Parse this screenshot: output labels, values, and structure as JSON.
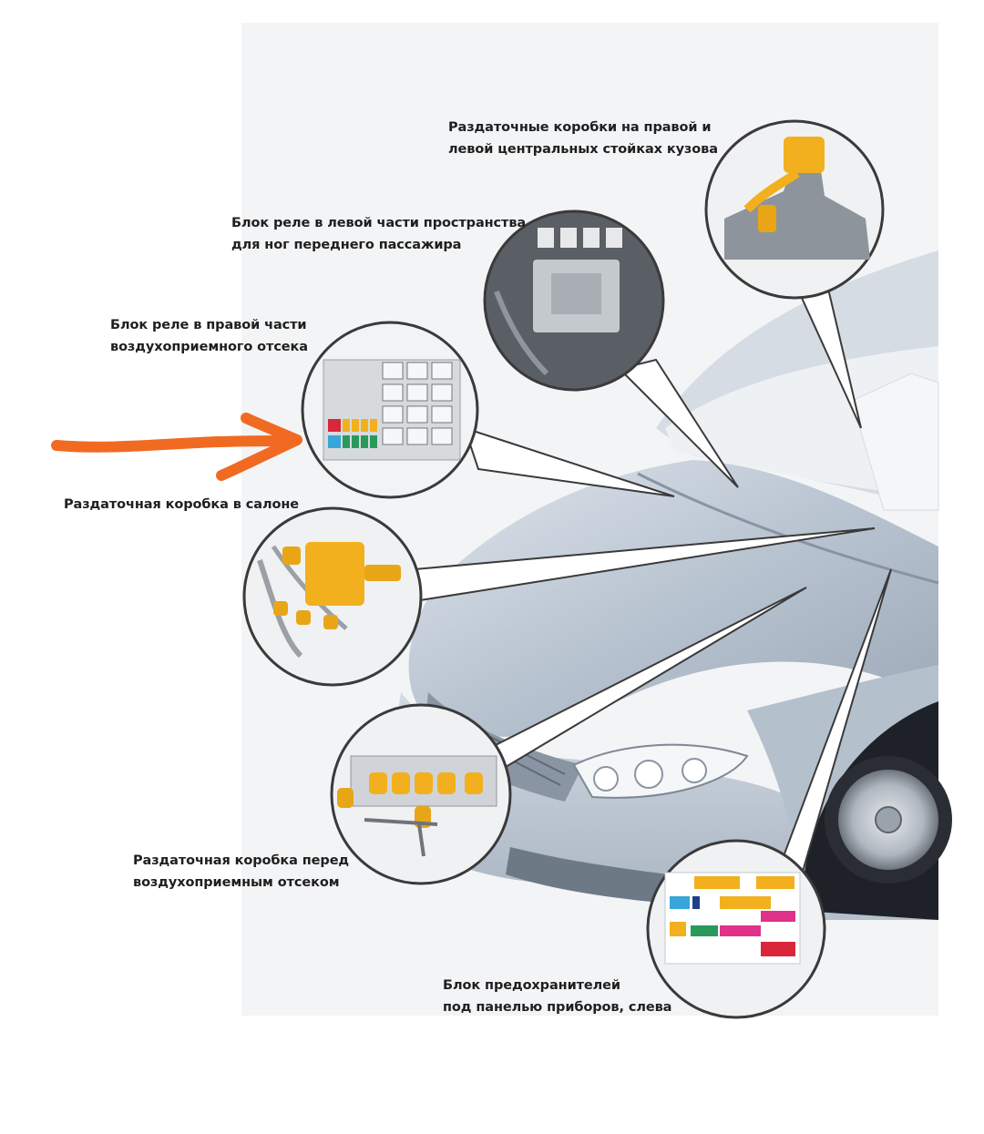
{
  "labels": {
    "pillar_boxes": {
      "line1": "Раздаточные коробки на правой и",
      "line2": "левой центральных стойках кузова"
    },
    "relay_footwell": {
      "line1": "Блок реле в левой части пространства",
      "line2": "для ног переднего пассажира"
    },
    "relay_plenum": {
      "line1": "Блок реле в правой части",
      "line2": "воздухоприемного отсека"
    },
    "cabin_box": {
      "line1": "Раздаточная коробка в салоне"
    },
    "front_box": {
      "line1": "Раздаточная коробка перед",
      "line2": "воздухоприемным отсеком"
    },
    "fuse_block": {
      "line1": "Блок предохранителей",
      "line2": "под панелью приборов, слева"
    }
  },
  "colors": {
    "annotation_arrow": "#f06a22",
    "connector": "#f2b01e",
    "fuse_red": "#d9263a",
    "fuse_blue": "#38a6d8",
    "fuse_green": "#2a9a5a",
    "fuse_pink": "#e0328a",
    "car_body": "#c9d3de"
  },
  "icons": {
    "annotation": "hand-drawn-arrow-icon"
  }
}
